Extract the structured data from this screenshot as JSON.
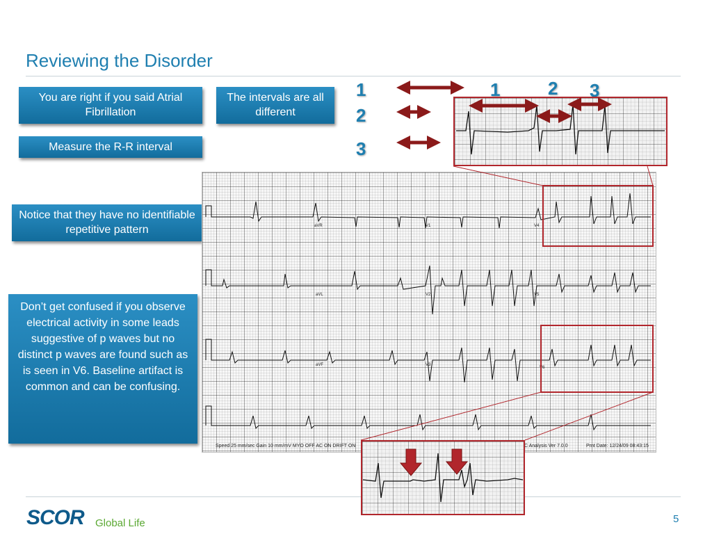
{
  "slide": {
    "title": "Reviewing the Disorder",
    "page_number": "5"
  },
  "callouts": {
    "atrial": "You are right if you said Atrial Fibrillation",
    "intervals": "The intervals are all different",
    "measure": "Measure the R-R interval",
    "notice": "Notice that they have no identifiable repetitive pattern",
    "confused": "Don’t get confused if you observe electrical activity in some leads suggestive of p waves but no distinct p waves are found such as is seen in V6.  Baseline artifact is common and can be confusing."
  },
  "interval_labels": {
    "left": [
      "1",
      "2",
      "3"
    ],
    "zoom": [
      "1",
      "2",
      "3"
    ]
  },
  "ecg": {
    "footer_left": "Speed 25 mm/sec  Gain 10 mm/mV  MYO OFF  AC ON  DRIFT ON",
    "footer_right": "C Analysis Ver 7.0.0",
    "footer_date": "Prnt Date: 12/24/09  08:43:15",
    "lead_labels": [
      "aVR",
      "V1",
      "V4",
      "aVL",
      "V2",
      "V5",
      "aVF",
      "V3",
      "V6"
    ]
  },
  "branding": {
    "logo": "SCOR",
    "sub": "Global Life"
  },
  "colors": {
    "accent_blue": "#1f7fb0",
    "callout_blue": "#1a7bb0",
    "arrow_red": "#8b1a1a",
    "zoom_border": "#b1262c",
    "logo_green": "#5aa832"
  }
}
